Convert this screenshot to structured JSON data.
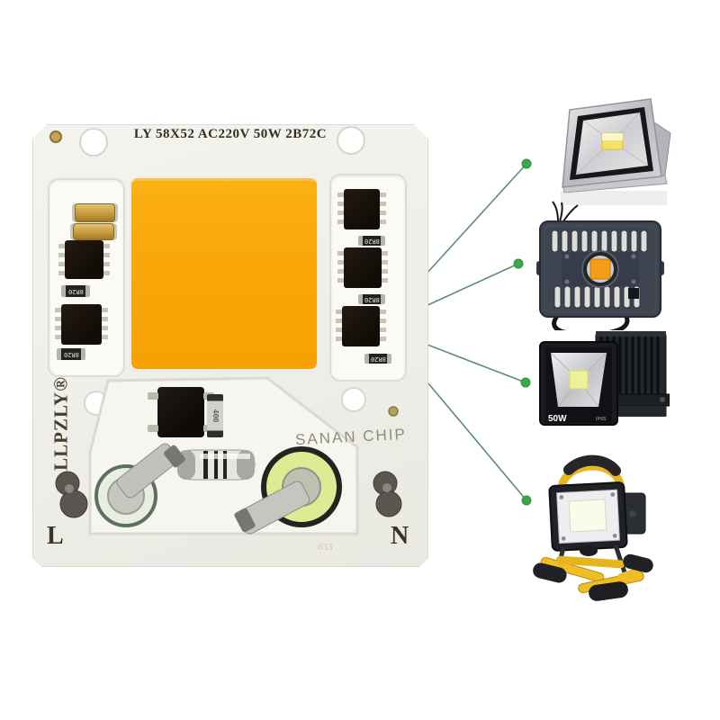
{
  "scene": {
    "background": "#ffffff",
    "type": "led-cob-chip-product-photo"
  },
  "board": {
    "header_text": "LY 58X52 AC220V 50W 2B72C",
    "brand_vertical": "LLPZLY®",
    "chip_brand_label": "SANAN CHIP",
    "terminal_left_label": "L",
    "terminal_right_label": "N",
    "faint_serial": "633",
    "resistor_marking": "8R20",
    "component_marking_400": "400",
    "cob_color": "#F9A607",
    "board_color": "#F2F1EB"
  },
  "connections": {
    "line_color": "#5D8F6E",
    "dot_color": "#3AA74B",
    "count": 4
  },
  "products": {
    "flood_silver": "silver-led-floodlight",
    "flood_grill": "dark-grill-floodlight",
    "flood_slim": {
      "power_label": "50W",
      "ip_label": "IP65"
    },
    "flood_portable": "portable-rechargeable-floodlight"
  }
}
